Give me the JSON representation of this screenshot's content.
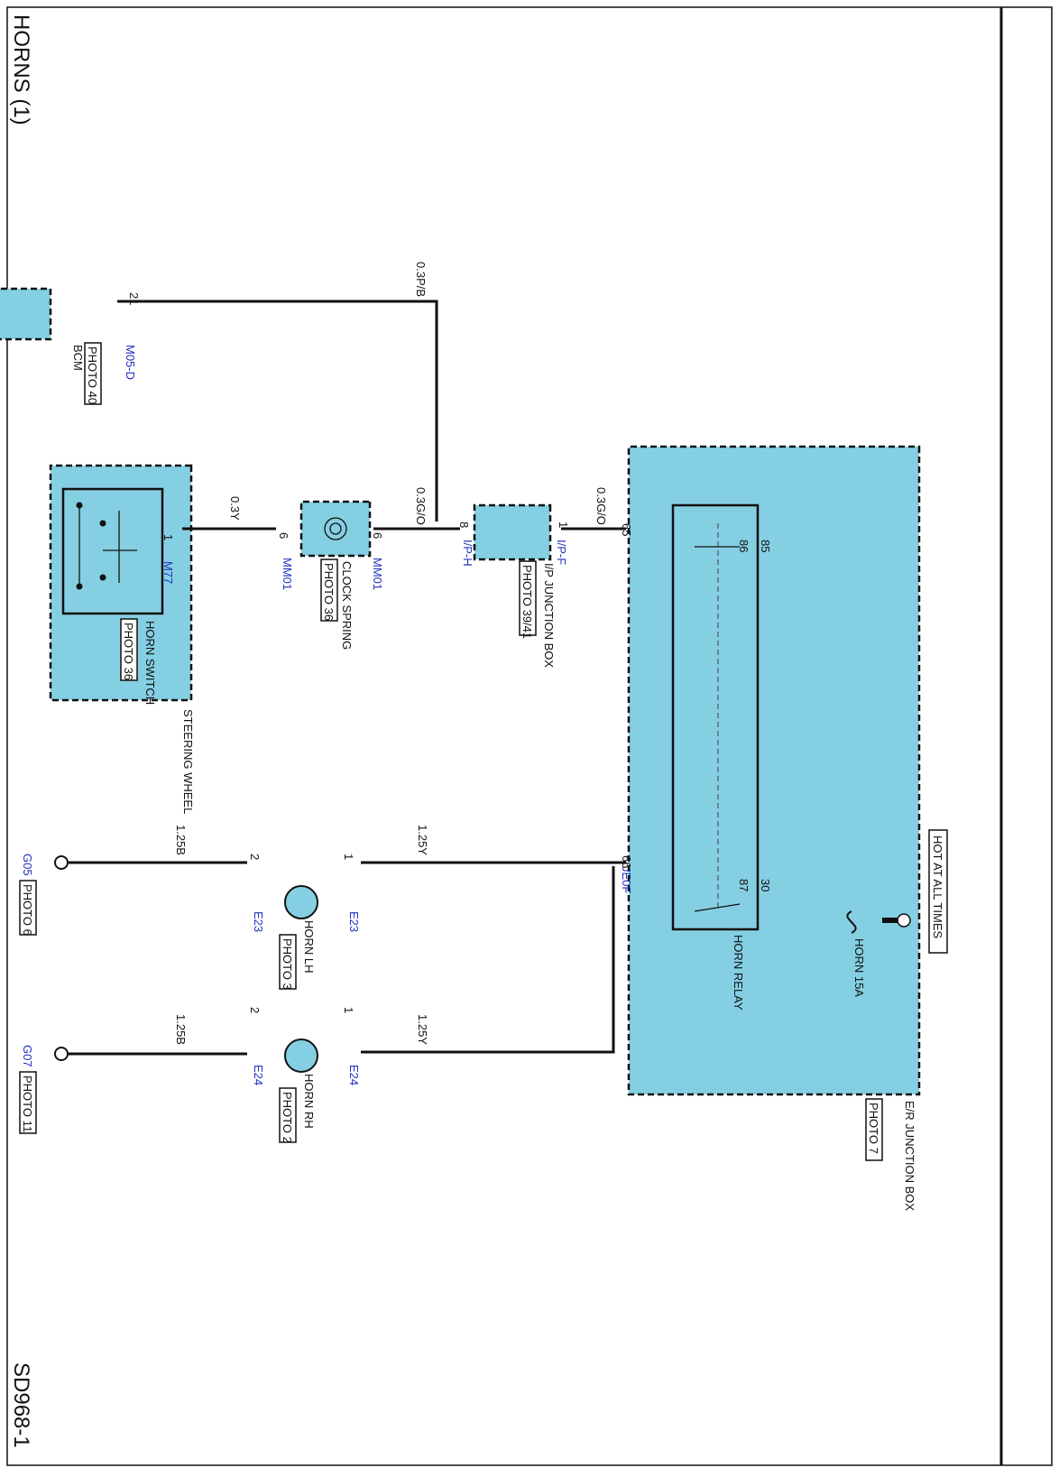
{
  "title": "HORNS (1)",
  "code": "SD968-1",
  "colors": {
    "component_fill": "#85cfe3",
    "connector_text": "#1f2fbf",
    "wire": "#111111"
  },
  "bcm": {
    "name": "BCM",
    "photo": "PHOTO 40",
    "connector": "M05-D",
    "pin": "21"
  },
  "steering_wheel": {
    "name": "STEERING WHEEL",
    "switch_name": "HORN SWITCH",
    "photo": "PHOTO 36",
    "connector": "M77",
    "pin": "1"
  },
  "clock_spring": {
    "name": "CLOCK SPRING",
    "photo": "PHOTO 36",
    "connector_left": "MM01",
    "connector_right": "MM01",
    "pin_left": "6",
    "pin_right": "6"
  },
  "ip_junction": {
    "name": "I/P JUNCTION BOX",
    "photo": "PHOTO 39/41",
    "connector_left": "I/P-H",
    "connector_right": "I/P-F",
    "pin_left": "8",
    "pin_right": "1"
  },
  "er_junction": {
    "name": "E/R JUNCTION BOX",
    "photo": "PHOTO 7",
    "connector": "JE0F",
    "pin_in": "65",
    "pin_out": "66",
    "relay_name": "HORN RELAY",
    "relay_pins": {
      "coil_a": "86",
      "coil_b": "85",
      "switch_out": "87",
      "switch_in": "30"
    },
    "fuse": "HORN 15A",
    "power": "HOT AT ALL TIMES"
  },
  "horn_lh": {
    "name": "HORN LH",
    "photo": "PHOTO 3",
    "connector": "E23",
    "pin_in": "1",
    "pin_out": "2"
  },
  "horn_rh": {
    "name": "HORN RH",
    "photo": "PHOTO 2",
    "connector": "E24",
    "pin_in": "1",
    "pin_out": "2"
  },
  "grounds": [
    {
      "id": "G05",
      "photo": "PHOTO 6"
    },
    {
      "id": "G07",
      "photo": "PHOTO 11"
    }
  ],
  "wires": {
    "bcm": "0.3P/B",
    "switch_to_clock": "0.3Y",
    "clock_to_ip": "0.3G/O",
    "ip_to_er": "0.3G/O",
    "to_horn_lh": "1.25Y",
    "to_horn_rh": "1.25Y",
    "lh_ground": "1.25B",
    "rh_ground": "1.25B"
  }
}
